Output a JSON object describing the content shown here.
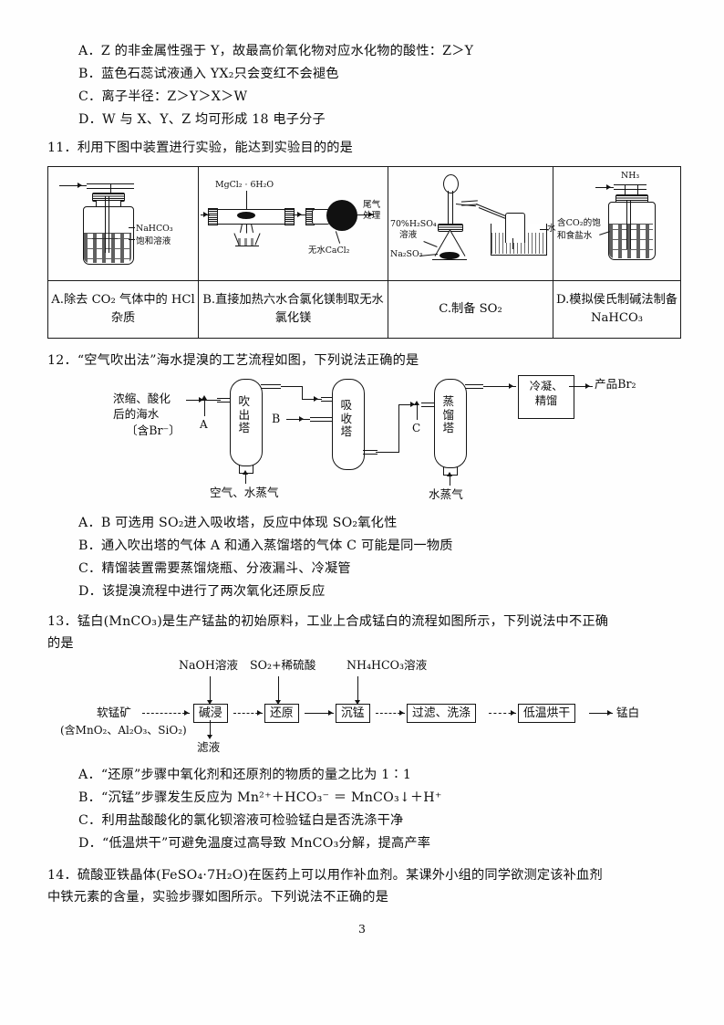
{
  "page": {
    "number": "3"
  },
  "q10_options": [
    "A．Z 的非金属性强于 Y，故最高价氧化物对应水化物的酸性：Z＞Y",
    "B．蓝色石蕊试液通入 YX₂只会变红不会褪色",
    "C．离子半径：Z＞Y＞X＞W",
    "D．W 与 X、Y、Z 均可形成 18 电子分子"
  ],
  "q11": {
    "number": "11．",
    "stem": "利用下图中装置进行实验，能达到实验目的的是",
    "captions": [
      "A.除去 CO₂ 气体中的 HCl 杂质",
      "B.直接加热六水合氯化镁制取无水氯化镁",
      "C.制备 SO₂",
      "D.模拟侯氏制碱法制备 NaHCO₃"
    ],
    "figure_labels": {
      "a_reagent_line1": "NaHCO₃",
      "a_reagent_line2": "饱和溶液",
      "b_sample": "MgCl₂ · 6H₂O",
      "b_drier": "无水CaCl₂",
      "b_exhaust_line1": "尾气",
      "b_exhaust_line2": "处理",
      "c_acid_line1": "70%H₂SO₄",
      "c_acid_line2": "溶液",
      "c_solid": "Na₂SO₃",
      "c_water": "水",
      "d_gas": "NH₃",
      "d_solution_line1": "含CO₂的饱",
      "d_solution_line2": "和食盐水"
    }
  },
  "q12": {
    "number": "12．",
    "stem": "“空气吹出法”海水提溴的工艺流程如图，下列说法正确的是",
    "figure": {
      "feed_line1": "浓缩、酸化",
      "feed_line2": "后的海水",
      "feed_line3": "〔含Br⁻〕",
      "stream_a": "A",
      "stream_b": "B",
      "stream_c": "C",
      "tower1": "吹出塔",
      "tower2": "吸收塔",
      "tower3": "蒸馏塔",
      "unit_box_line1": "冷凝、",
      "unit_box_line2": "精馏",
      "product": "产品Br₂",
      "bottom_in1": "空气、水蒸气",
      "bottom_in2": "水蒸气"
    },
    "options": [
      "A．B 可选用 SO₂进入吸收塔，反应中体现 SO₂氧化性",
      "B．通入吹出塔的气体 A 和通入蒸馏塔的气体 C 可能是同一物质",
      "C．精馏装置需要蒸馏烧瓶、分液漏斗、冷凝管",
      "D．该提溴流程中进行了两次氧化还原反应"
    ]
  },
  "q13": {
    "number": "13．",
    "stem_line1": "锰白(MnCO₃)是生产锰盐的初始原料，工业上合成锰白的流程如图所示，下列说法中不正确",
    "stem_line2": "的是",
    "figure": {
      "reagents": "NaOH溶液 SO₂+稀硫酸  NH₄HCO₃溶液",
      "reagent_1": "NaOH溶液",
      "reagent_2": "SO₂+稀硫酸",
      "reagent_3": "NH₄HCO₃溶液",
      "raw_line1": "软锰矿",
      "raw_line2": "(含MnO₂、Al₂O₃、SiO₂)",
      "steps": [
        "碱浸",
        "还原",
        "沉锰",
        "过滤、洗涤",
        "低温烘干"
      ],
      "product": "锰白",
      "waste": "滤液"
    },
    "options": [
      "A．“还原”步骤中氧化剂和还原剂的物质的量之比为 1∶1",
      "B．“沉锰”步骤发生反应为 Mn²⁺＋HCO₃⁻ ＝ MnCO₃↓＋H⁺",
      "C．利用盐酸酸化的氯化钡溶液可检验锰白是否洗涤干净",
      "D．“低温烘干”可避免温度过高导致 MnCO₃分解，提高产率"
    ]
  },
  "q14": {
    "number": "14．",
    "stem_line1": "硫酸亚铁晶体(FeSO₄·7H₂O)在医药上可以用作补血剂。某课外小组的同学欲测定该补血剂",
    "stem_line2": "中铁元素的含量，实验步骤如图所示。下列说法不正确的是"
  }
}
